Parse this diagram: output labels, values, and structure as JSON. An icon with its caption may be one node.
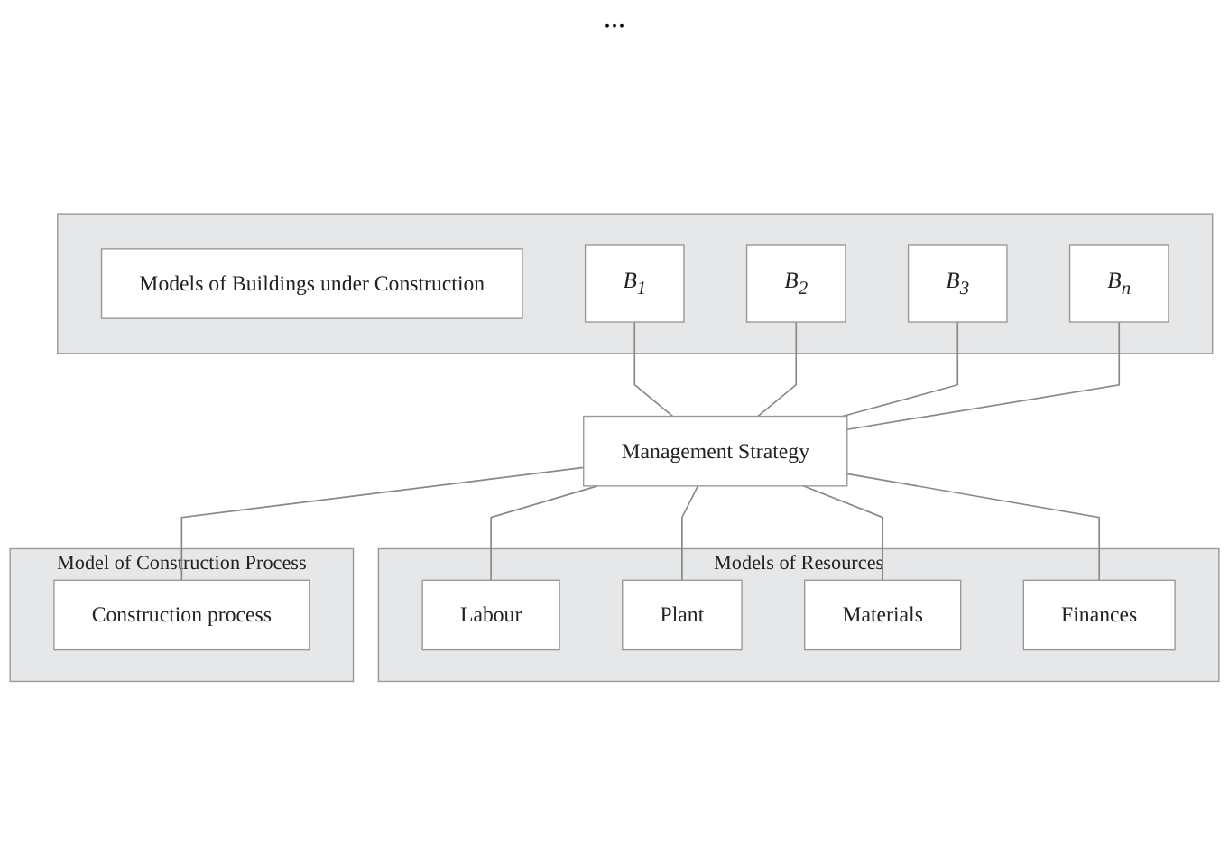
{
  "diagram": {
    "nodes": [
      {
        "text": [],
        "shape": "box"
      },
      {
        "text": [
          "Models of Buildings under Construction"
        ],
        "in": 0
      },
      {
        "text": [
          "B$_{1}$"
        ],
        "in": 0
      },
      {
        "text": [
          "B$_{2}$"
        ],
        "in": 0
      },
      {
        "text": [
          "B$_{3}$"
        ],
        "in": 0
      },
      {
        "text": [
          "B$_{n}$"
        ],
        "in": 0
      },
      {
        "text": [
          "Management Strategy"
        ]
      },
      {
        "text": [
          "Models of Resources"
        ]
      },
      {
        "text": [
          "Labour"
        ],
        "in": 7
      },
      {
        "text": [
          "Plant"
        ],
        "in": 7
      },
      {
        "text": [
          "Materials"
        ],
        "in": 7
      },
      {
        "text": [
          "Finances"
        ],
        "in": 7
      },
      {
        "text": [
          "Model of Construction Process"
        ]
      },
      {
        "text": [
          "Construction process"
        ],
        "in": 12
      }
    ],
    "edges": [
      {
        "from": 2,
        "to": 6,
        "arrow": "none"
      },
      {
        "from": 3,
        "to": 6,
        "arrow": "none"
      },
      {
        "from": 4,
        "to": 6,
        "arrow": "none"
      },
      {
        "from": 5,
        "to": 6,
        "arrow": "none"
      },
      {
        "from": 6,
        "to": 8,
        "arrow": "none"
      },
      {
        "from": 6,
        "to": 9,
        "arrow": "none"
      },
      {
        "from": 6,
        "to": 10,
        "arrow": "none"
      },
      {
        "from": 6,
        "to": 11,
        "arrow": "none"
      },
      {
        "from": 6,
        "to": 13,
        "arrow": "none"
      }
    ],
    "labels": [
      "..."
    ]
  }
}
